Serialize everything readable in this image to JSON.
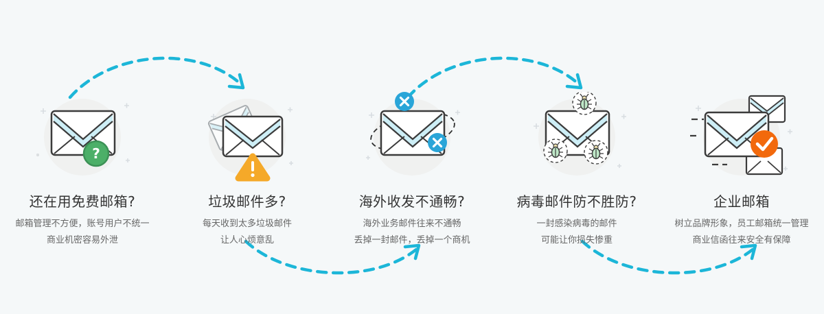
{
  "page": {
    "background": "#f5f8f9",
    "arrow_color": "#1cb6d8"
  },
  "icon_colors": {
    "outline": "#3b3b3b",
    "flap": "#cdeef6",
    "question_badge_green": "#4caf68",
    "warning_badge_orange": "#f5a929",
    "blocked_badge_blue": "#2aa5d8",
    "virus_bug_green": "#bfe8c8",
    "verified_badge_orange": "#f2690c"
  },
  "items": [
    {
      "icon": "envelope-question-icon",
      "title": "还在用免费邮箱?",
      "lines": [
        "邮箱管理不方便，账号用户不统一",
        "商业机密容易外泄"
      ]
    },
    {
      "icon": "envelope-warning-icon",
      "title": "垃圾邮件多?",
      "lines": [
        "每天收到太多垃圾邮件",
        "让人心烦意乱"
      ]
    },
    {
      "icon": "envelope-blocked-icon",
      "title": "海外收发不通畅?",
      "lines": [
        "海外业务邮件往来不通畅",
        "丢掉一封邮件，丢掉一个商机"
      ]
    },
    {
      "icon": "envelope-virus-icon",
      "title": "病毒邮件防不胜防?",
      "lines": [
        "一封感染病毒的邮件",
        "可能让你损失惨重"
      ]
    },
    {
      "icon": "envelope-verified-icon",
      "title": "企业邮箱",
      "lines": [
        "树立品牌形象，员工邮箱统一管理",
        "商业信函往来安全有保障"
      ]
    }
  ]
}
